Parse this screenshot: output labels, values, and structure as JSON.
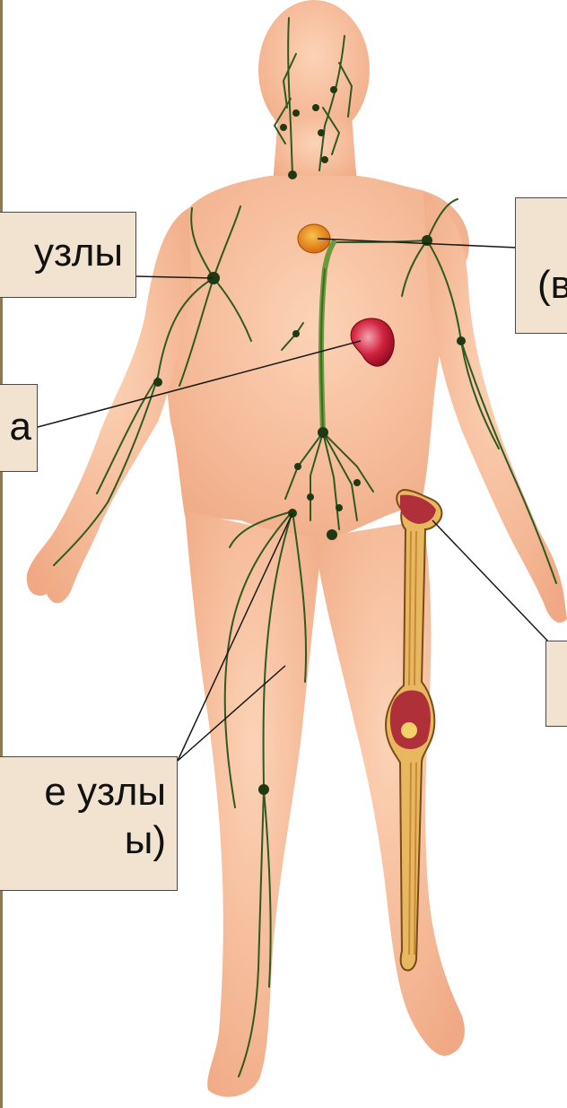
{
  "labels": {
    "lymph_nodes_upper": "узлы",
    "spleen": "а",
    "thymus": "(в",
    "bone_marrow": "",
    "lymph_nodes_lower_line1": "е узлы",
    "lymph_nodes_lower_line2": "ы)"
  },
  "colors": {
    "skin": "#f6bd9c",
    "skin_shadow": "#e8a27e",
    "lymph_vessel": "#2f5a1f",
    "lymph_trunk": "#6a9a3c",
    "thymus": "#e89020",
    "spleen": "#c8182e",
    "bone": "#e8b860",
    "marrow": "#b0303a",
    "label_fill": "#f1e3cf"
  }
}
